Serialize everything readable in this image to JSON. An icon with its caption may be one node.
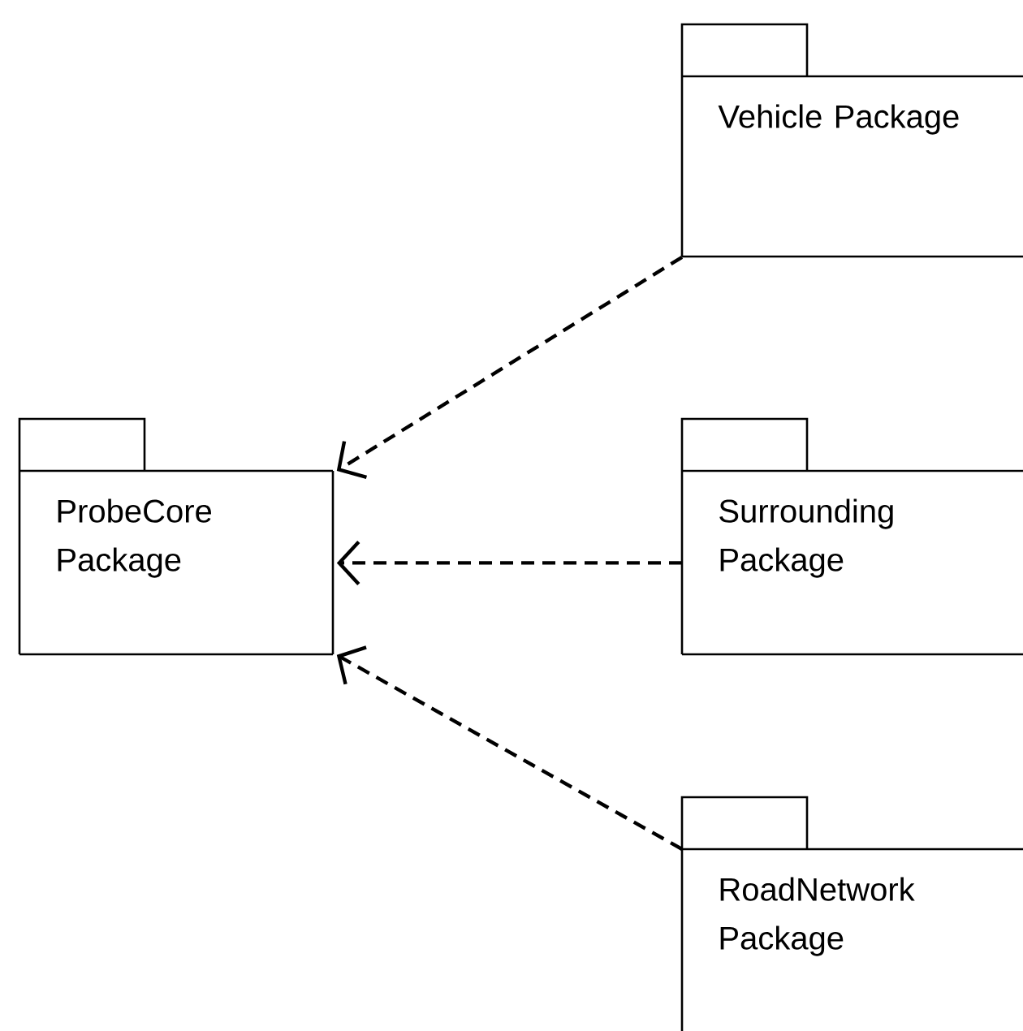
{
  "diagram": {
    "nodes": [
      {
        "text": [
          "Vehicle Package"
        ]
      },
      {
        "text": [
          "ProbeCore Package"
        ]
      },
      {
        "text": [
          "Surrounding Package"
        ]
      },
      {
        "text": [
          "RoadNetwork Package"
        ]
      }
    ],
    "edges": [
      {
        "from": 0,
        "to": 1,
        "arrow": "to",
        "style": "dashed"
      },
      {
        "from": 2,
        "to": 1,
        "arrow": "to",
        "style": "dashed"
      },
      {
        "from": 3,
        "to": 1,
        "arrow": "to",
        "style": "dashed"
      }
    ]
  }
}
